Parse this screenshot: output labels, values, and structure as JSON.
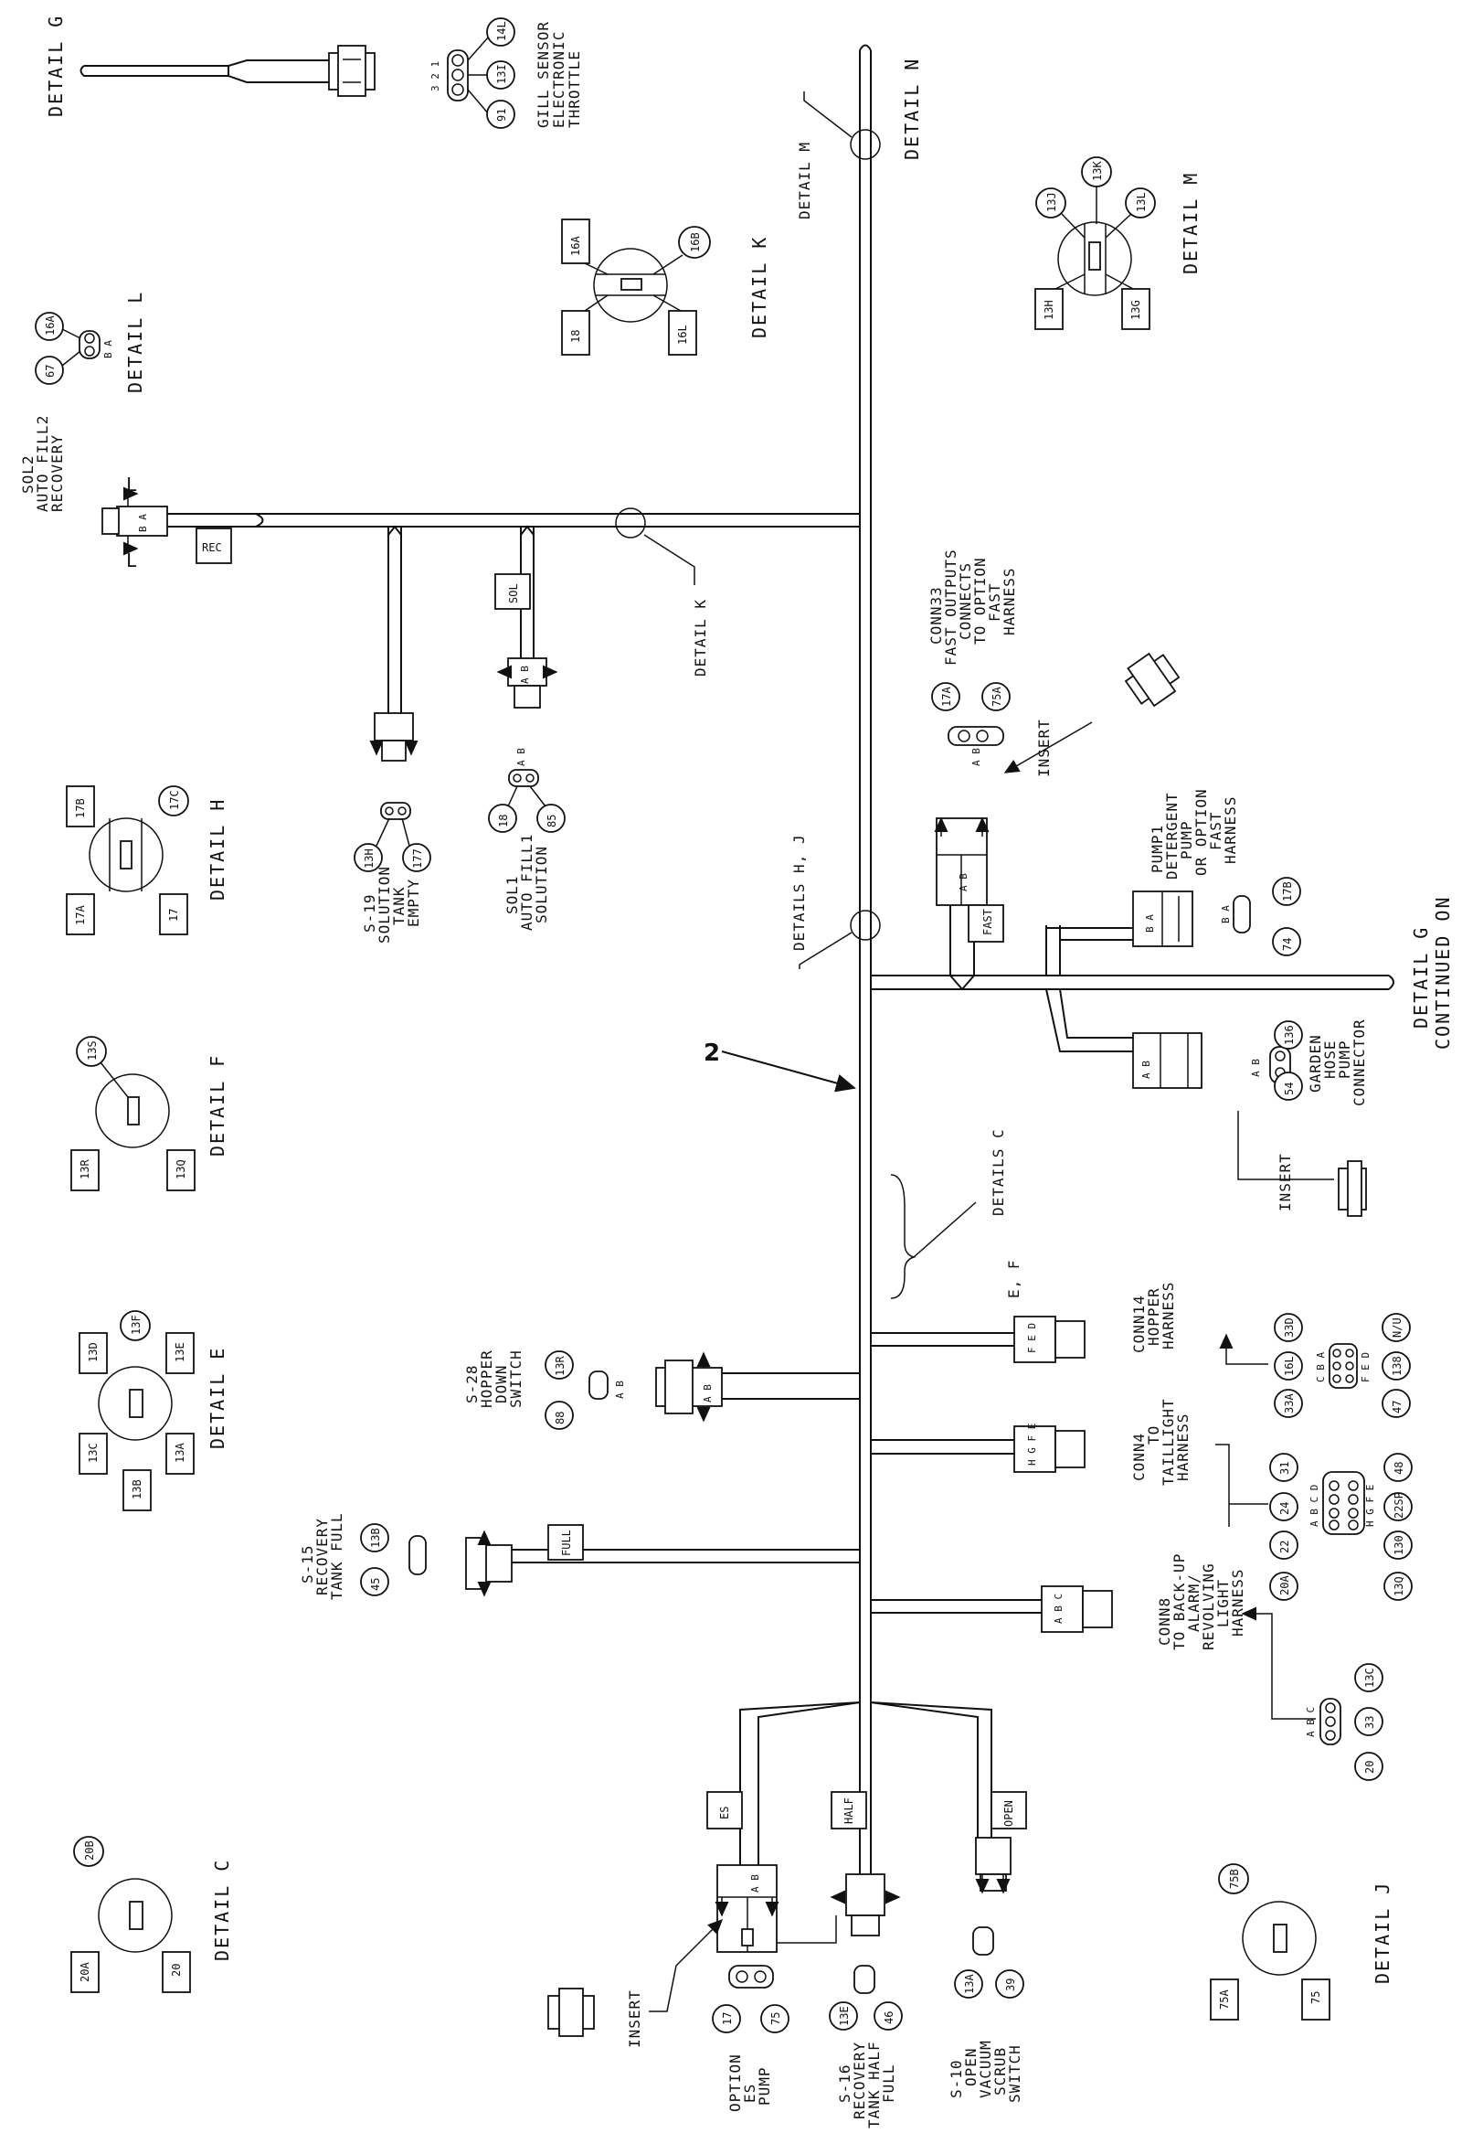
{
  "reference_number": "2",
  "labels": {
    "detail_g": "DETAIL G",
    "detail_g_cont": "DETAIL G",
    "continued_on": "CONTINUED ON",
    "detail_l": "DETAIL L",
    "detail_k": "DETAIL K",
    "detail_k_callout": "DETAIL K",
    "detail_m": "DETAIL M",
    "detail_m_callout": "DETAIL M",
    "detail_n": "DETAIL N",
    "detail_h": "DETAIL H",
    "detail_f": "DETAIL F",
    "detail_e": "DETAIL E",
    "detail_c": "DETAIL C",
    "detail_j": "DETAIL J",
    "details_hj": "DETAILS H, J",
    "details_cef_1": "DETAILS C",
    "details_cef_2": "E, F",
    "insert_1": "INSERT",
    "insert_2": "INSERT",
    "insert_3": "INSERT"
  },
  "components": {
    "gill_sensor": [
      "GILL SENSOR",
      "ELECTRONIC",
      "THROTTLE"
    ],
    "gill_pins": "3 2 1",
    "sol2": [
      "SOL2",
      "AUTO FILL2",
      "RECOVERY"
    ],
    "s19": [
      "S-19",
      "SOLUTION",
      "TANK",
      "EMPTY"
    ],
    "sol1": [
      "SOL1",
      "AUTO FILL1",
      "SOLUTION"
    ],
    "conn33": [
      "CONN33",
      "FAST OUTPUTS",
      "CONNECTS",
      "TO OPTION",
      "FAST",
      "HARNESS"
    ],
    "pump1": [
      "PUMP1",
      "DETERGENT",
      "PUMP",
      "OR OPTION",
      "FAST",
      "HARNESS"
    ],
    "garden": [
      "GARDEN",
      "HOSE",
      "PUMP",
      "CONNECTOR"
    ],
    "conn14": [
      "CONN14",
      "HOPPER",
      "HARNESS"
    ],
    "conn4": [
      "CONN4",
      "TO",
      "TAILLIGHT",
      "HARNESS"
    ],
    "conn8": [
      "CONN8",
      "TO BACK-UP",
      "ALARM/",
      "REVOLVING",
      "LIGHT",
      "HARNESS"
    ],
    "s28": [
      "S-28",
      "HOPPER",
      "DOWN",
      "SWITCH"
    ],
    "s15": [
      "S-15",
      "RECOVERY",
      "TANK FULL"
    ],
    "option_es": [
      "OPTION",
      "ES",
      "PUMP"
    ],
    "s16": [
      "S-16",
      "RECOVERY",
      "TANK HALF",
      "FULL"
    ],
    "s10": [
      "S-10",
      "OPEN",
      "VACUUM",
      "SCRUB",
      "SWITCH"
    ]
  },
  "tags": {
    "rec": "REC",
    "sol": "SOL",
    "fast": "FAST",
    "full": "FULL",
    "es": "ES",
    "half": "HALF",
    "open": "OPEN"
  },
  "pin_letters": {
    "ab": "A  B",
    "ba": "B  A",
    "abc": "A B C",
    "fed": "F E D",
    "cbb": "C B A",
    "dcba": "A B C D",
    "hgfe": "H G F E",
    "hgfe_conn": "H G F E"
  },
  "wire_numbers": {
    "gill": [
      "14L",
      "13I",
      "91"
    ],
    "detail_l": [
      "16A",
      "67"
    ],
    "detail_k": [
      "16A",
      "16B",
      "18",
      "16L"
    ],
    "detail_m": [
      "13J",
      "13K",
      "13L",
      "13H",
      "13G"
    ],
    "detail_h": [
      "17B",
      "17C",
      "17A",
      "17"
    ],
    "detail_f": [
      "13S",
      "13R",
      "13Q"
    ],
    "detail_e": [
      "13F",
      "13D",
      "13E",
      "13C",
      "13B",
      "13A"
    ],
    "detail_c": [
      "20B",
      "20A",
      "20"
    ],
    "detail_j": [
      "75B",
      "75A",
      "75"
    ],
    "s19": [
      "13H",
      "177"
    ],
    "sol1": [
      "18",
      "85"
    ],
    "conn33": [
      "17A",
      "75A"
    ],
    "pump1": [
      "17B",
      "74"
    ],
    "garden": [
      "136",
      "54"
    ],
    "conn14": [
      "33D",
      "16L",
      "33A",
      "138",
      "47"
    ],
    "conn14_nu": "N/U",
    "conn4": [
      "31",
      "24",
      "22",
      "20A",
      "48",
      "22SP",
      "130",
      "13Q"
    ],
    "conn8": [
      "13C",
      "33",
      "20"
    ],
    "s28": [
      "13R",
      "88"
    ],
    "s15": [
      "13B",
      "45"
    ],
    "option_es": [
      "17",
      "75"
    ],
    "s16": [
      "13E",
      "46"
    ],
    "s10": [
      "13A",
      "39"
    ]
  }
}
